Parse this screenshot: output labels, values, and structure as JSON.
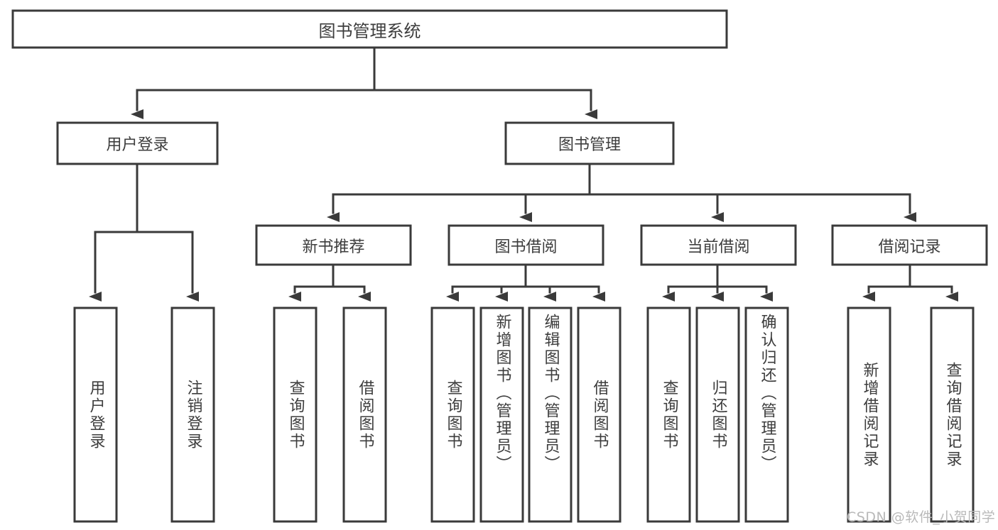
{
  "diagram": {
    "type": "tree",
    "title": "图书管理系统",
    "root": {
      "label": "图书管理系统"
    },
    "level1": [
      {
        "label": "用户登录"
      },
      {
        "label": "图书管理"
      }
    ],
    "level2": [
      {
        "label": "新书推荐"
      },
      {
        "label": "图书借阅"
      },
      {
        "label": "当前借阅"
      },
      {
        "label": "借阅记录"
      }
    ],
    "leaves": {
      "user_login": [
        {
          "label": "用户登录"
        },
        {
          "label": "注销登录"
        }
      ],
      "new_book_recommend": [
        {
          "label": "查询图书"
        },
        {
          "label": "借阅图书"
        }
      ],
      "book_borrow": [
        {
          "label": "查询图书"
        },
        {
          "label": "新增图书（管理员）"
        },
        {
          "label": "编辑图书（管理员）"
        },
        {
          "label": "借阅图书"
        }
      ],
      "current_borrow": [
        {
          "label": "查询图书"
        },
        {
          "label": "归还图书"
        },
        {
          "label": "确认归还（管理员）"
        }
      ],
      "borrow_record": [
        {
          "label": "新增借阅记录"
        },
        {
          "label": "查询借阅记录"
        }
      ]
    }
  },
  "watermark": {
    "text": "CSDN @软件_小贺同学"
  },
  "colors": {
    "box_stroke": "#3a3a3a",
    "text": "#3d3d3d",
    "background": "#ffffff",
    "watermark": "#b9b9b9"
  }
}
